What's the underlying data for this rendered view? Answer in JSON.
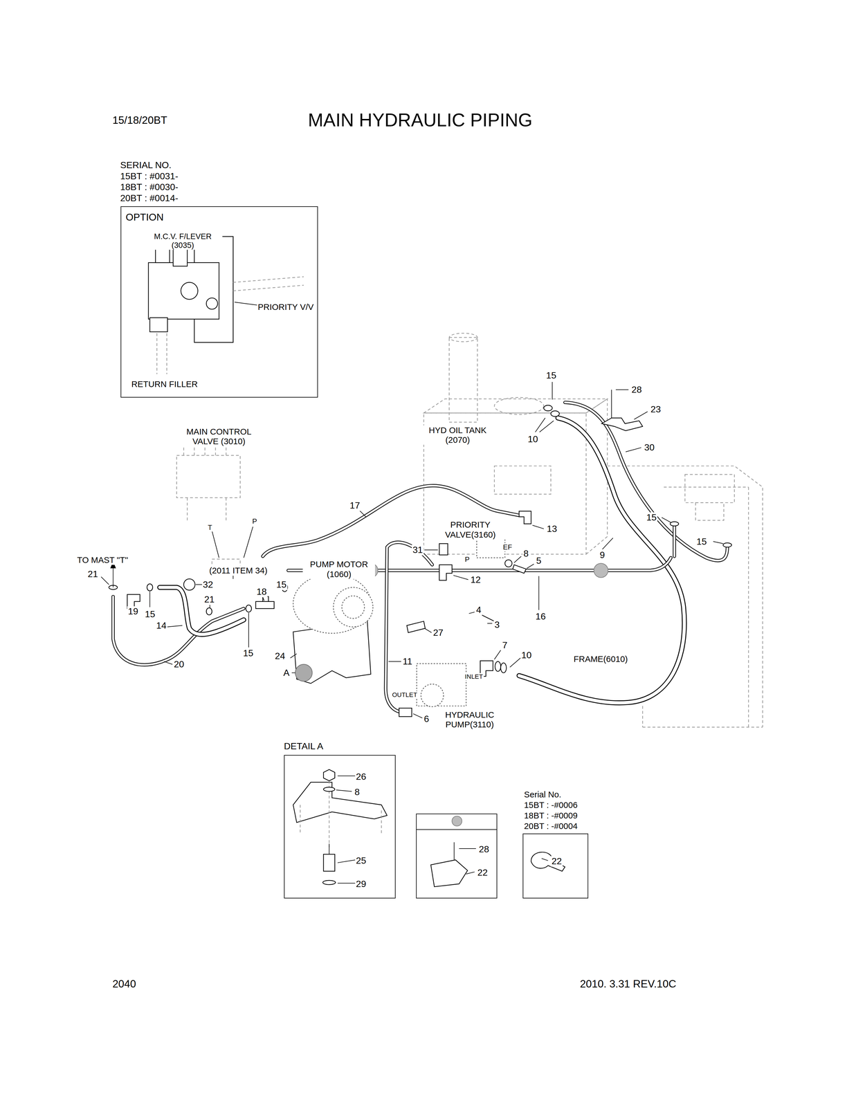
{
  "diagram": {
    "title": "MAIN HYDRAULIC PIPING",
    "nodes": [
      {
        "text": [
          "OPTION",
          "M.C.V. F/LEVER (3035)",
          "PRIORITY V/V",
          "RETURN FILLER"
        ]
      },
      {
        "text": [
          "DETAIL A",
          "26",
          "8",
          "25",
          "29"
        ]
      },
      {
        "text": [
          "28",
          "22"
        ]
      },
      {
        "text": [
          "Serial No.",
          "15BT : -#0006",
          "18BT : -#0009",
          "20BT : -#0004",
          "22"
        ]
      }
    ],
    "labels": [
      "15/18/20BT",
      "SERIAL NO.",
      "15BT : #0031-",
      "18BT : #0030-",
      "20BT : #0014-",
      "HYD OIL TANK (2070)",
      "MAIN CONTROL VALVE (3010)",
      "17",
      "15",
      "28",
      "23",
      "10",
      "30",
      "PRIORITY VALVE(3160)",
      "13",
      "15",
      "15",
      "9",
      "31",
      "8",
      "5",
      "EF",
      "P",
      "T",
      "P",
      "TO MAST \"T\"",
      "21",
      "(2011 ITEM 34)",
      "32",
      "PUMP MOTOR (1060)",
      "12",
      "18",
      "15",
      "21",
      "19",
      "15",
      "16",
      "4",
      "3",
      "14",
      "27",
      "15",
      "24",
      "7",
      "10",
      "11",
      "FRAME(6010)",
      "20",
      "A",
      "OUTLET",
      "INLET",
      "6",
      "HYDRAULIC PUMP(3110)",
      "2040",
      "2010. 3.31 REV.10C"
    ]
  }
}
